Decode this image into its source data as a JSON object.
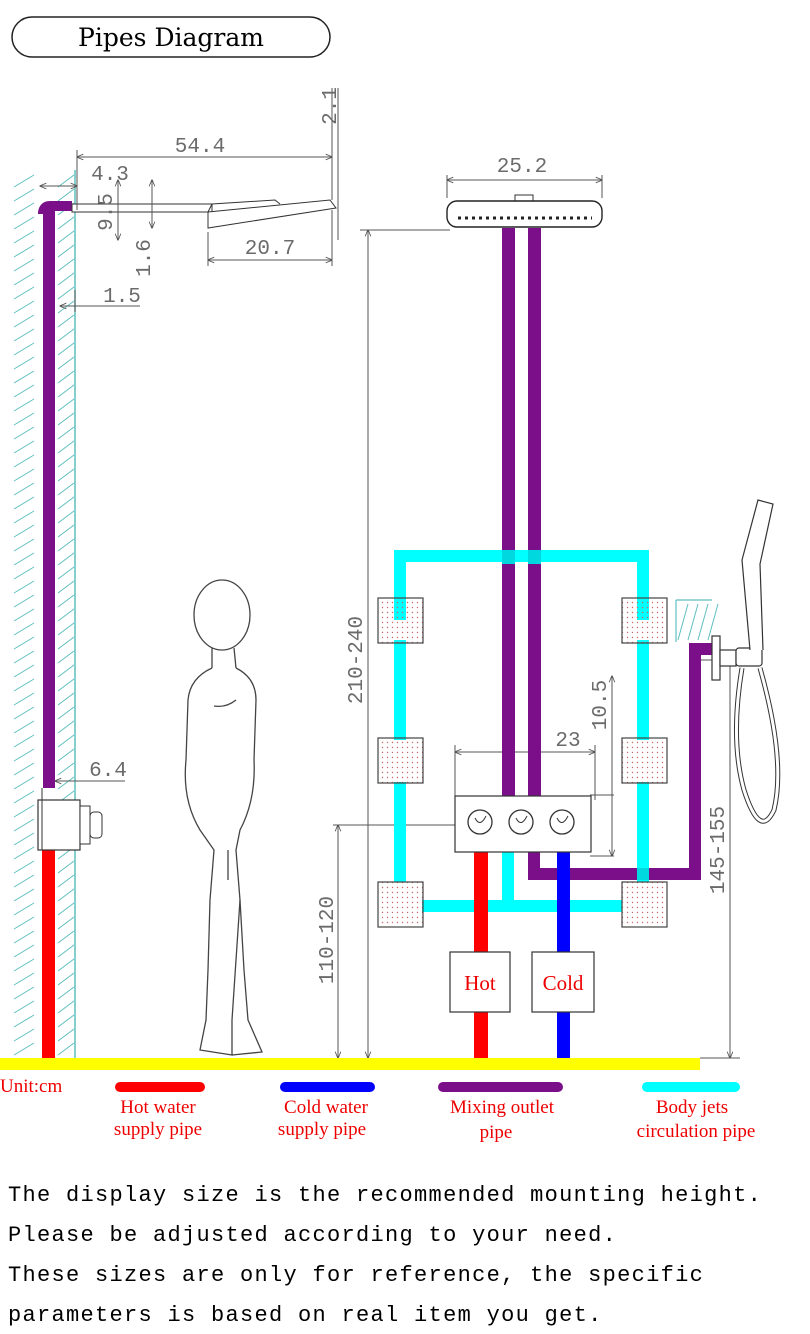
{
  "title": "Pipes Diagram",
  "unit": "Unit:cm",
  "dimensions": {
    "d2_1": "2.1",
    "d54_4": "54.4",
    "d4_3": "4.3",
    "d9_5": "9.5",
    "d1_6": "1.6",
    "d20_7": "20.7",
    "d1_5": "1.5",
    "d25_2": "25.2",
    "d210_240": "210-240",
    "d6_4": "6.4",
    "d10_5": "10.5",
    "d23": "23",
    "d145_155": "145-155",
    "d110_120": "110-120"
  },
  "boxes": {
    "hot": "Hot",
    "cold": "Cold"
  },
  "legend": [
    {
      "line1": "Hot water",
      "line2": "supply pipe",
      "color": "#ff0000"
    },
    {
      "line1": "Cold water",
      "line2": "supply pipe",
      "color": "#0000ff"
    },
    {
      "line1": "Mixing outlet",
      "line2": "pipe",
      "color": "#7b0f8a"
    },
    {
      "line1": "Body jets",
      "line2": "circulation pipe",
      "color": "#00ffff"
    }
  ],
  "colors": {
    "hot": "#ff0000",
    "cold": "#0000ff",
    "mixing": "#7b0f8a",
    "bodyjets": "#00ffff",
    "floor": "#ffff00",
    "text_red": "#ee0000"
  },
  "notes": [
    "The display size is the recommended mounting height.",
    "Please be adjusted according to your need.",
    "These sizes are only for reference, the specific",
    "parameters is based on real item you get."
  ]
}
